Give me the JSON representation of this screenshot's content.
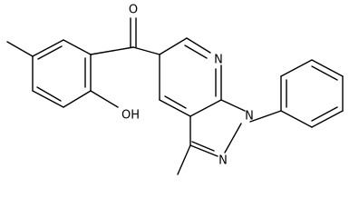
{
  "molecule": {
    "atoms": {
      "O_carbonyl": "O",
      "N_pyridine": "N",
      "N1_pyrazole": "N",
      "N2_pyrazole": "N",
      "O_hydroxyl": "OH"
    }
  }
}
